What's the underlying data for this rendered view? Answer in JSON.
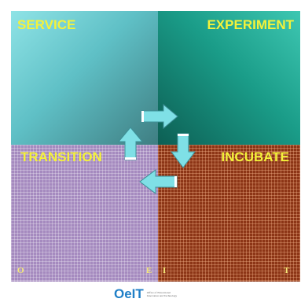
{
  "quadrants": {
    "top_left": {
      "label": "SERVICE",
      "letter": "O"
    },
    "top_right": {
      "label": "EXPERIMENT"
    },
    "bottom_left": {
      "label": "TRANSITION",
      "letter": "E"
    },
    "bottom_right": {
      "label": "INCUBATE",
      "letter_left": "I",
      "letter_right": "T"
    }
  },
  "cycle": {
    "arrow_color": "#7fe0e6",
    "direction": "clockwise"
  },
  "colors": {
    "service": "#5fc0c6",
    "experiment": "#1a9c88",
    "transition": "#a58abf",
    "incubate": "#8c3516",
    "label": "#f4f23a"
  },
  "logo": {
    "mark": "OeIT",
    "text": "Office of Educational Innovation and Technology"
  }
}
